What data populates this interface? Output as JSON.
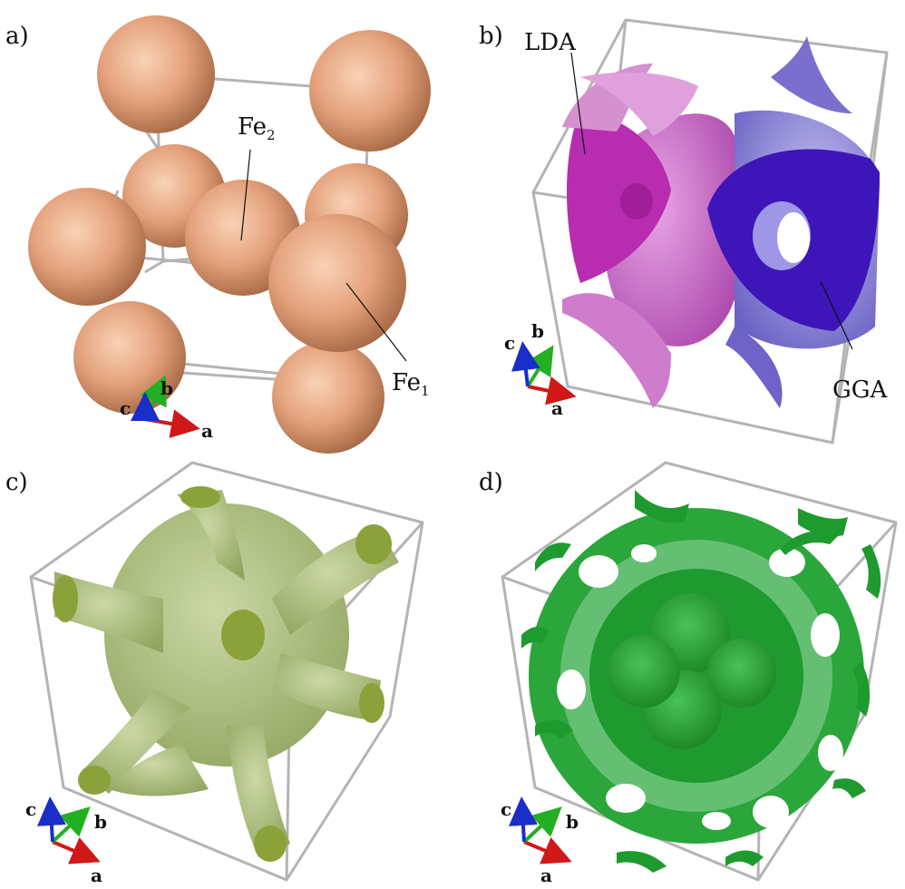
{
  "panels": {
    "a": {
      "label": "a)",
      "annotations": [
        {
          "text": "Fe",
          "sub": "2"
        },
        {
          "text": "Fe",
          "sub": "1"
        }
      ],
      "axes": {
        "a": "a",
        "b": "b",
        "c": "c"
      }
    },
    "b": {
      "label": "b)",
      "annotations": [
        "LDA",
        "GGA"
      ],
      "axes": {
        "a": "a",
        "b": "b",
        "c": "c"
      }
    },
    "c": {
      "label": "c)",
      "axes": {
        "a": "a",
        "b": "b",
        "c": "c"
      }
    },
    "d": {
      "label": "d)",
      "axes": {
        "a": "a",
        "b": "b",
        "c": "c"
      }
    }
  },
  "colors": {
    "atom": "#e4a27c",
    "lda": "#b43cb4",
    "gga": "#6a5ac8",
    "iso_c": "#9cb06a",
    "iso_d": "#1e9a2e",
    "axis_a": "#d01818",
    "axis_b": "#22b022",
    "axis_c": "#1a2ec8",
    "cell_edge": "#b4b4b4"
  }
}
